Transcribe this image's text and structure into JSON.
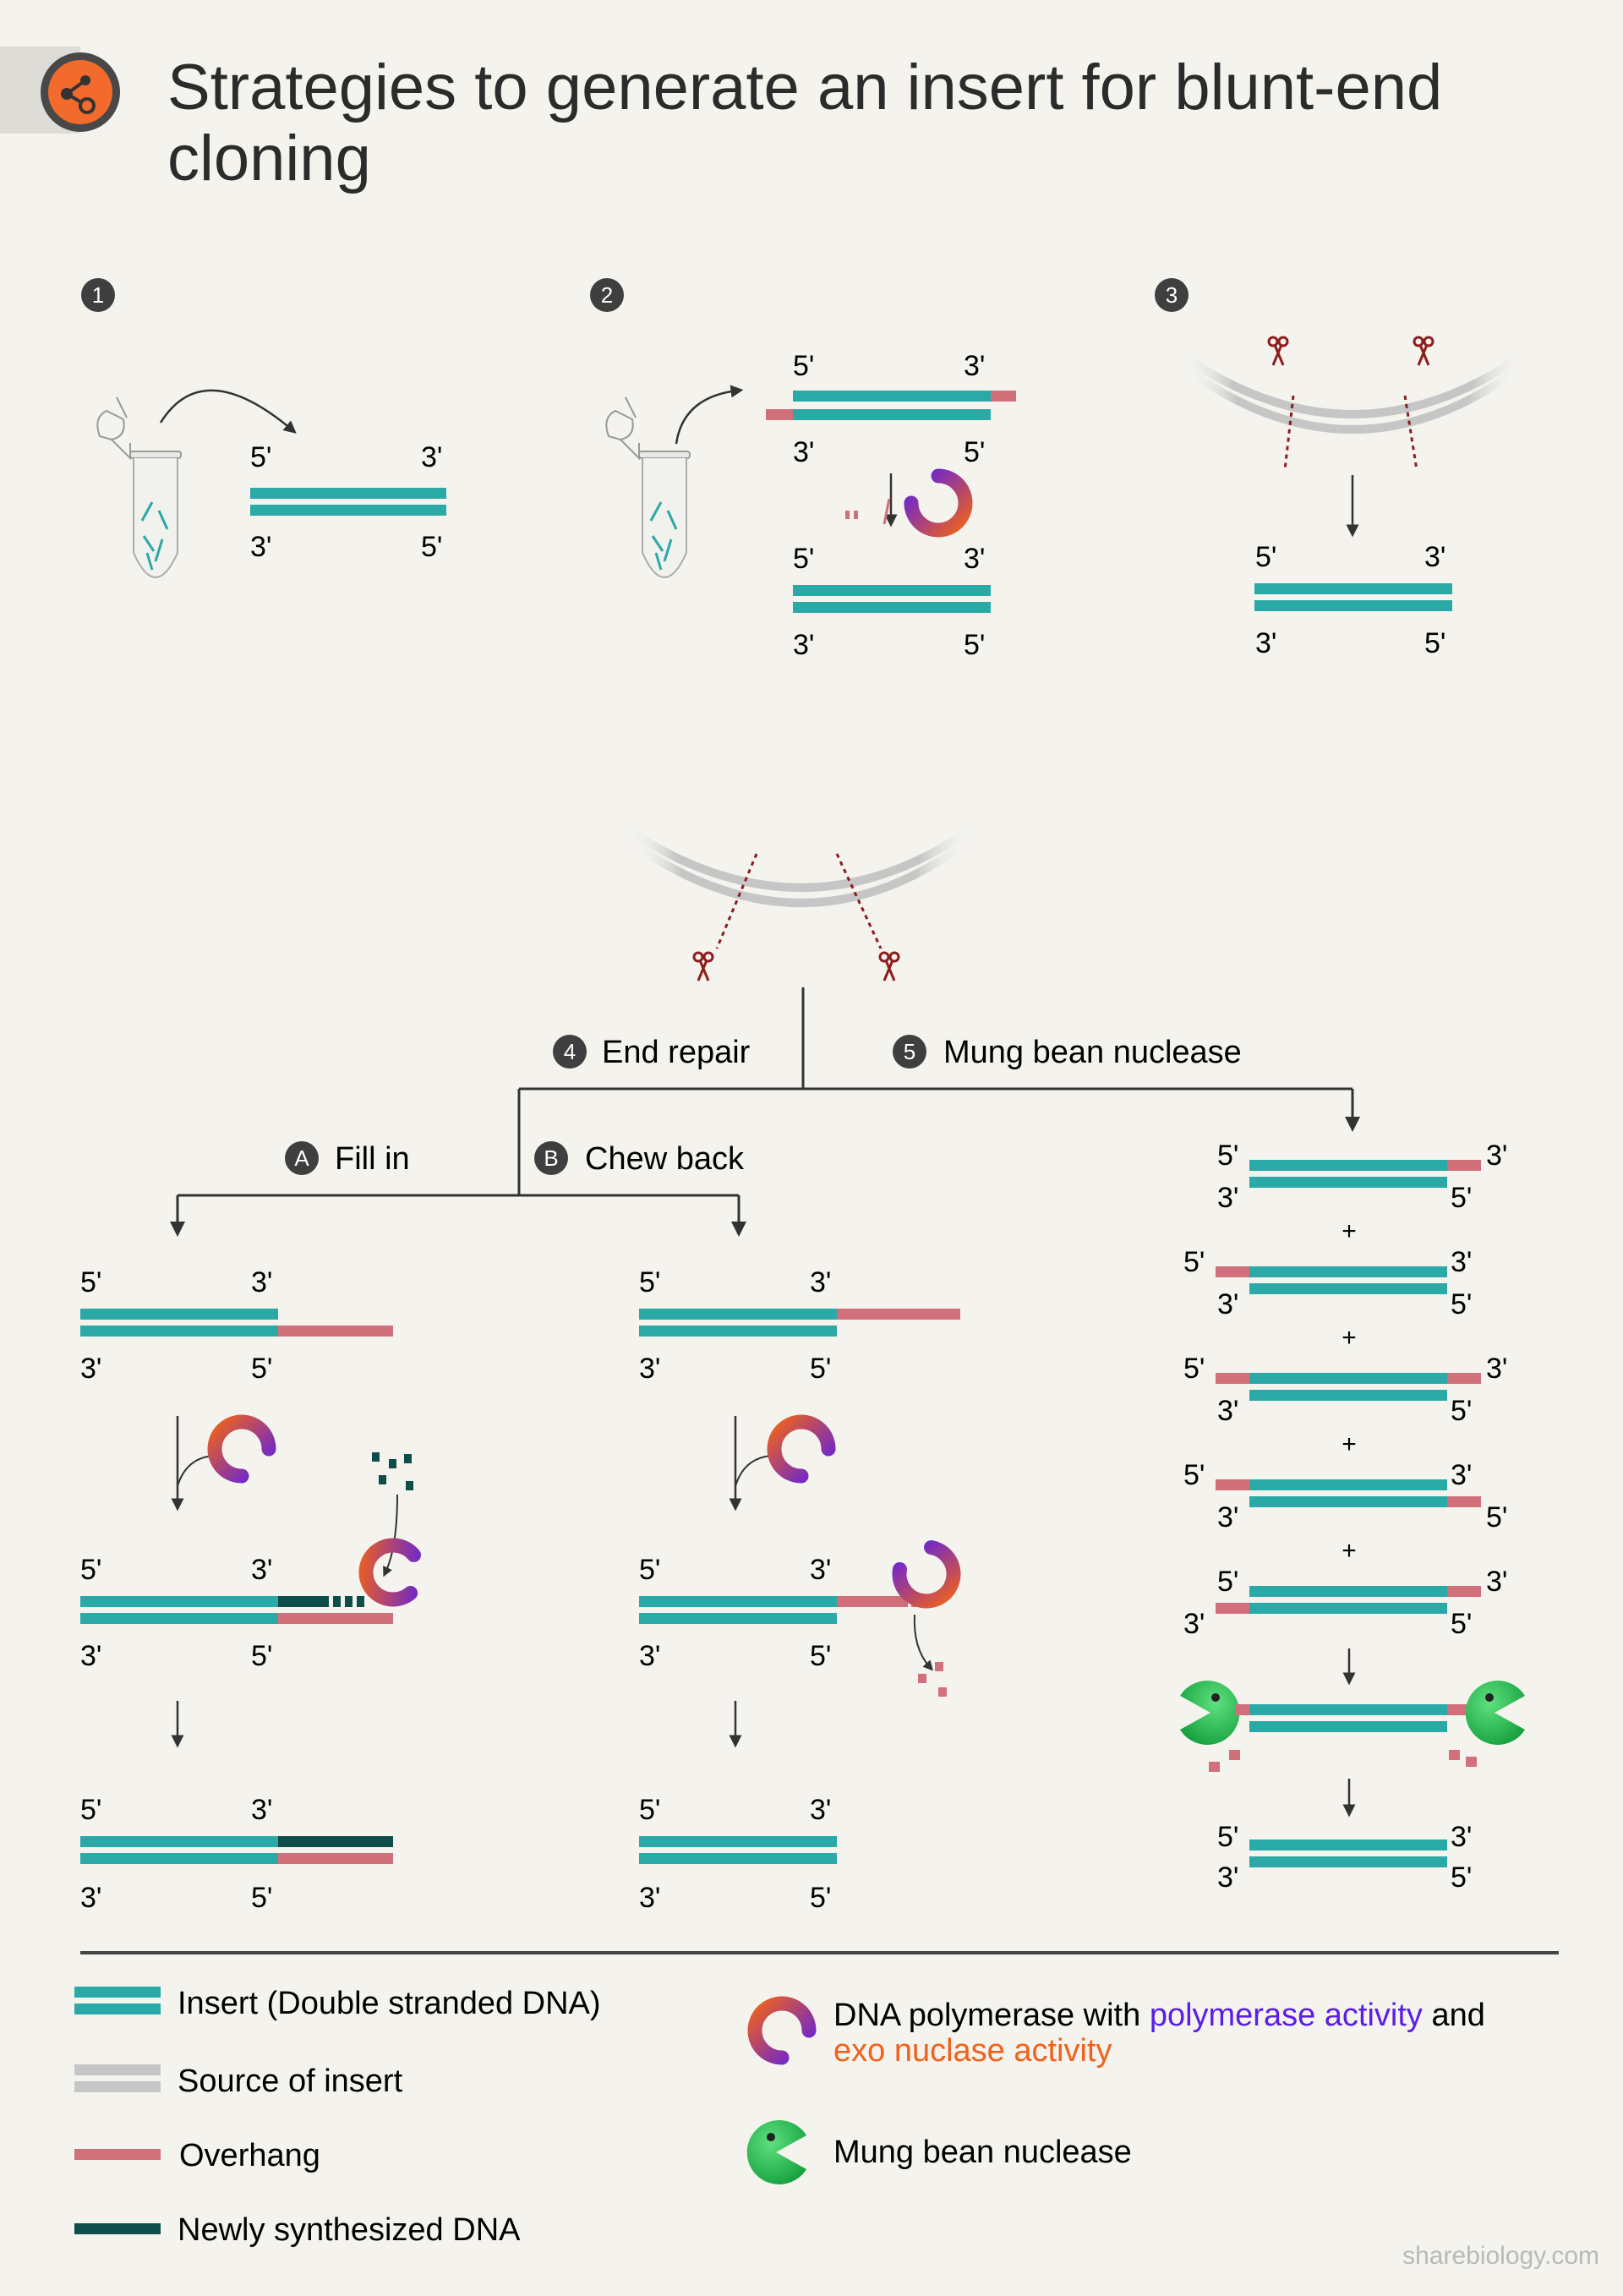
{
  "header": {
    "title": "Strategies to generate an insert for blunt-end cloning"
  },
  "strategies": {
    "s1_num": "1",
    "s2_num": "2",
    "s3_num": "3",
    "s4_num": "4",
    "s4_label": "End repair",
    "s5_num": "5",
    "s5_label": "Mung bean nuclease",
    "a_letter": "A",
    "a_label": "Fill in",
    "b_letter": "B",
    "b_label": "Chew back"
  },
  "ends": {
    "five": "5'",
    "three": "3'",
    "plus": "+"
  },
  "legend": {
    "insert": "Insert (Double stranded DNA)",
    "source": "Source of insert",
    "overhang": "Overhang",
    "newly": "Newly synthesized DNA",
    "polymerase_prefix": "DNA polymerase with ",
    "polymerase_activity": "polymerase activity",
    "and": " and",
    "exo_activity": "exo nuclase activity",
    "mung": "Mung bean nuclease"
  },
  "colors": {
    "insert": "#2aa9a7",
    "source": "#c6c6c6",
    "overhang": "#d1707a",
    "newly": "#0f4d4a",
    "polymerase": "#5a1ee8",
    "exonuclease": "#f0621a",
    "mung": "#27b84e",
    "scissors": "#8f1c1c"
  },
  "footer": {
    "site": "sharebiology.com"
  }
}
